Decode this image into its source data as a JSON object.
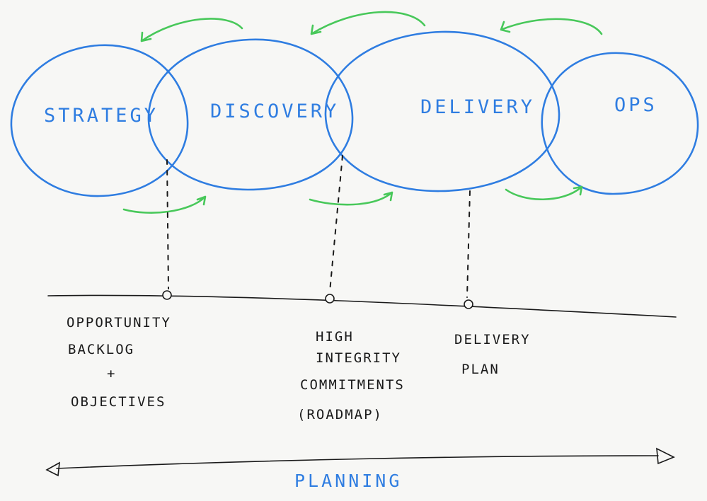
{
  "phases": {
    "strategy": "STRATEGY",
    "discovery": "DISCOVERY",
    "delivery": "DELIVERY",
    "ops": "OPS"
  },
  "milestones": {
    "opportunity": [
      "OPPORTUNITY",
      "BACKLOG",
      "+",
      "OBJECTIVES"
    ],
    "commitments": [
      "HIGH",
      "INTEGRITY",
      "COMMITMENTS",
      "(ROADMAP)"
    ],
    "delivery_plan": [
      "DELIVERY",
      "PLAN"
    ]
  },
  "planning_label": "PLANNING",
  "colors": {
    "circle_stroke": "#2f7de1",
    "flow_arrow": "#48c85a",
    "timeline": "#1a1a1a",
    "background": "#f7f7f5"
  }
}
